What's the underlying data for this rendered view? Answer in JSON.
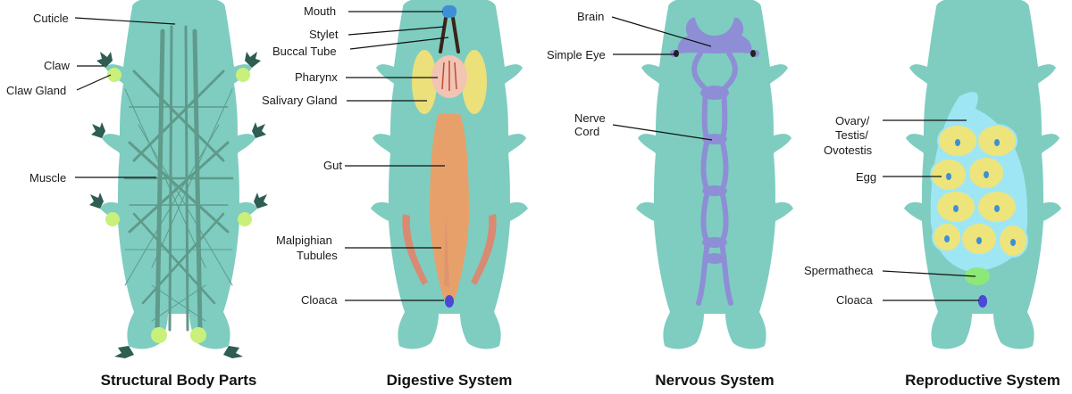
{
  "colors": {
    "body": "#7ecdc0",
    "muscle": "#5f9a8a",
    "claw": "#2e5d52",
    "gland": "#c8f07a",
    "gut": "#e8a06a",
    "salivary": "#ece07a",
    "pharynx": "#f2c4b4",
    "stylet": "#3a2418",
    "tubule": "#d98a72",
    "nerve": "#8e8ed6",
    "cloaca": "#4a48d8",
    "mouth": "#3d8fd8",
    "ovary": "#9fe6f4",
    "egg": "#ede47c",
    "nucleus": "#3d8fd8",
    "spermatheca": "#8ee878"
  },
  "panels": [
    {
      "title": "Structural Body Parts",
      "labels": [
        "Cuticle",
        "Claw",
        "Claw Gland",
        "Muscle"
      ]
    },
    {
      "title": "Digestive System",
      "labels": [
        "Mouth",
        "Stylet",
        "Buccal Tube",
        "Pharynx",
        "Salivary Gland",
        "Gut",
        "Malpighian",
        "Tubules",
        "Cloaca"
      ]
    },
    {
      "title": "Nervous System",
      "labels": [
        "Brain",
        "Simple Eye",
        "Nerve",
        "Cord"
      ]
    },
    {
      "title": "Reproductive System",
      "labels": [
        "Ovary/",
        "Testis/",
        "Ovotestis",
        "Egg",
        "Spermatheca",
        "Cloaca"
      ]
    }
  ]
}
